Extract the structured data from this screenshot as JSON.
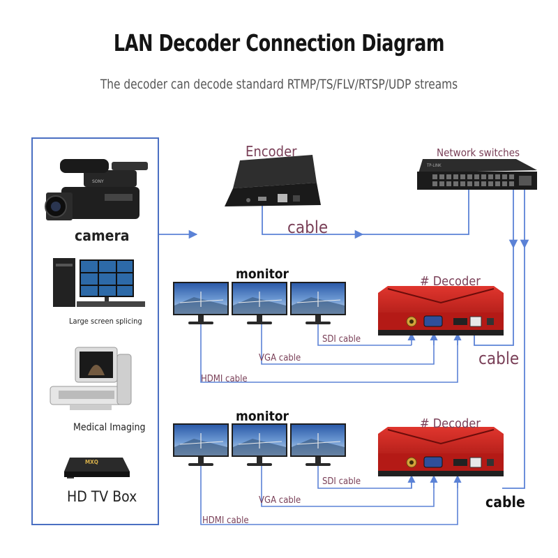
{
  "title": "LAN Decoder Connection Diagram",
  "subtitle": "The decoder can decode standard RTMP/TS/FLV/RTSP/UDP streams",
  "sources": {
    "camera": "camera",
    "large_screen": "Large screen splicing",
    "medical": "Medical Imaging",
    "tv_box": "HD TV Box",
    "tv_box_logo": "MXQ"
  },
  "devices": {
    "encoder": "Encoder",
    "switch": "Network switches",
    "decoder_1": "# Decoder",
    "decoder_2": "# Decoder",
    "switch_brand": "TP-LINK"
  },
  "links": {
    "cable_top": "cable",
    "cable_mid": "cable",
    "cable_bottom": "cable",
    "sdi_1": "SDI cable",
    "vga_1": "VGA cable",
    "hdmi_1": "HDMI cable",
    "sdi_2": "SDI cable",
    "vga_2": "VGA cable",
    "hdmi_2": "HDMI cable"
  },
  "monitors": {
    "group_1": "monitor",
    "group_2": "monitor"
  },
  "colors": {
    "line": "#5b82d6",
    "panel_border": "#4a6fc2",
    "decoder_red": "#c8201c",
    "label_mauve": "#7a4058"
  }
}
